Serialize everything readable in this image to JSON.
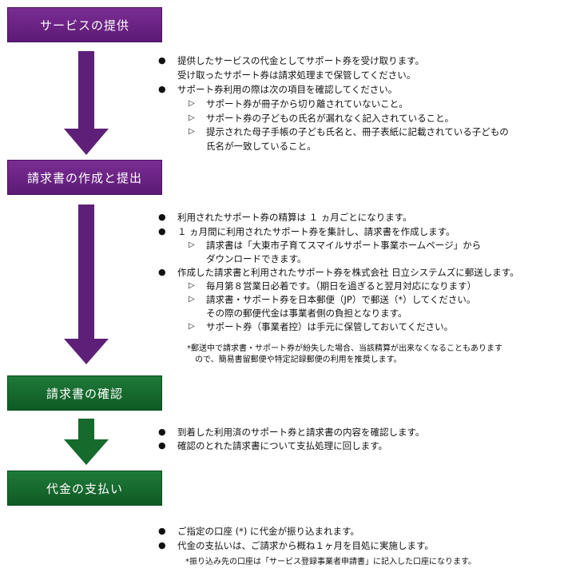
{
  "steps": [
    {
      "label": "サービスの提供"
    },
    {
      "label": "請求書の作成と提出"
    },
    {
      "label": "請求書の確認"
    },
    {
      "label": "代金の支払い"
    }
  ],
  "colors": {
    "purple": "#6b2485",
    "green": "#17692f"
  },
  "section1": {
    "b1_line1": "提供したサービスの代金としてサポート券を受け取ります。",
    "b1_line2": "受け取ったサポート券は請求処理まで保管してください。",
    "b2": "サポート券利用の際は次の項目を確認してください。",
    "sub1": "サポート券が冊子から切り離されていないこと。",
    "sub2": "サポート券の子どもの氏名が漏れなく記入されていること。",
    "sub3_line1": "提示された母子手帳の子ども氏名と、冊子表紙に記載されている子どもの",
    "sub3_line2": "氏名が一致していること。"
  },
  "section2": {
    "b1": "利用されたサポート券の精算は １ ヵ月ごとになります。",
    "b2": "１ ヵ月間に利用されたサポート券を集計し、請求書を作成します。",
    "sub1_line1": "請求書は「大東市子育てスマイルサポート事業ホームページ」から",
    "sub1_line2": "ダウンロードできます。",
    "b3": "作成した請求書と利用されたサポート券を株式会社 日立システムズに郵送します。",
    "sub2": "毎月第８営業日必着です。（期日を過ぎると翌月対応になります）",
    "sub3_line1": "請求書・サポート券を日本郵便（JP）で郵送（*）してください。",
    "sub3_line2": "その際の郵便代金は事業者側の負担となります。",
    "sub4": "サポート券（事業者控）は手元に保管しておいてください。",
    "note_line1": "*郵送中で請求書・サポート券が紛失した場合、当該精算が出来なくなることもあります",
    "note_line2": "ので、簡易書留郵便や特定記録郵便の利用を推奨します。"
  },
  "section3": {
    "b1": "到着した利用済のサポート券と請求書の内容を確認します。",
    "b2": "確認のとれた請求書について支払処理に回します。"
  },
  "section4": {
    "b1": "ご指定の口座 (*) に代金が振り込まれます。",
    "b2": "代金の支払いは、ご請求から概ね１ヶ月を目処に実施します。",
    "note": "*振り込み先の口座は「サービス登録事業者申請書」に記入した口座になります。"
  },
  "glyphs": {
    "bullet": "●",
    "triangle": "▷"
  }
}
